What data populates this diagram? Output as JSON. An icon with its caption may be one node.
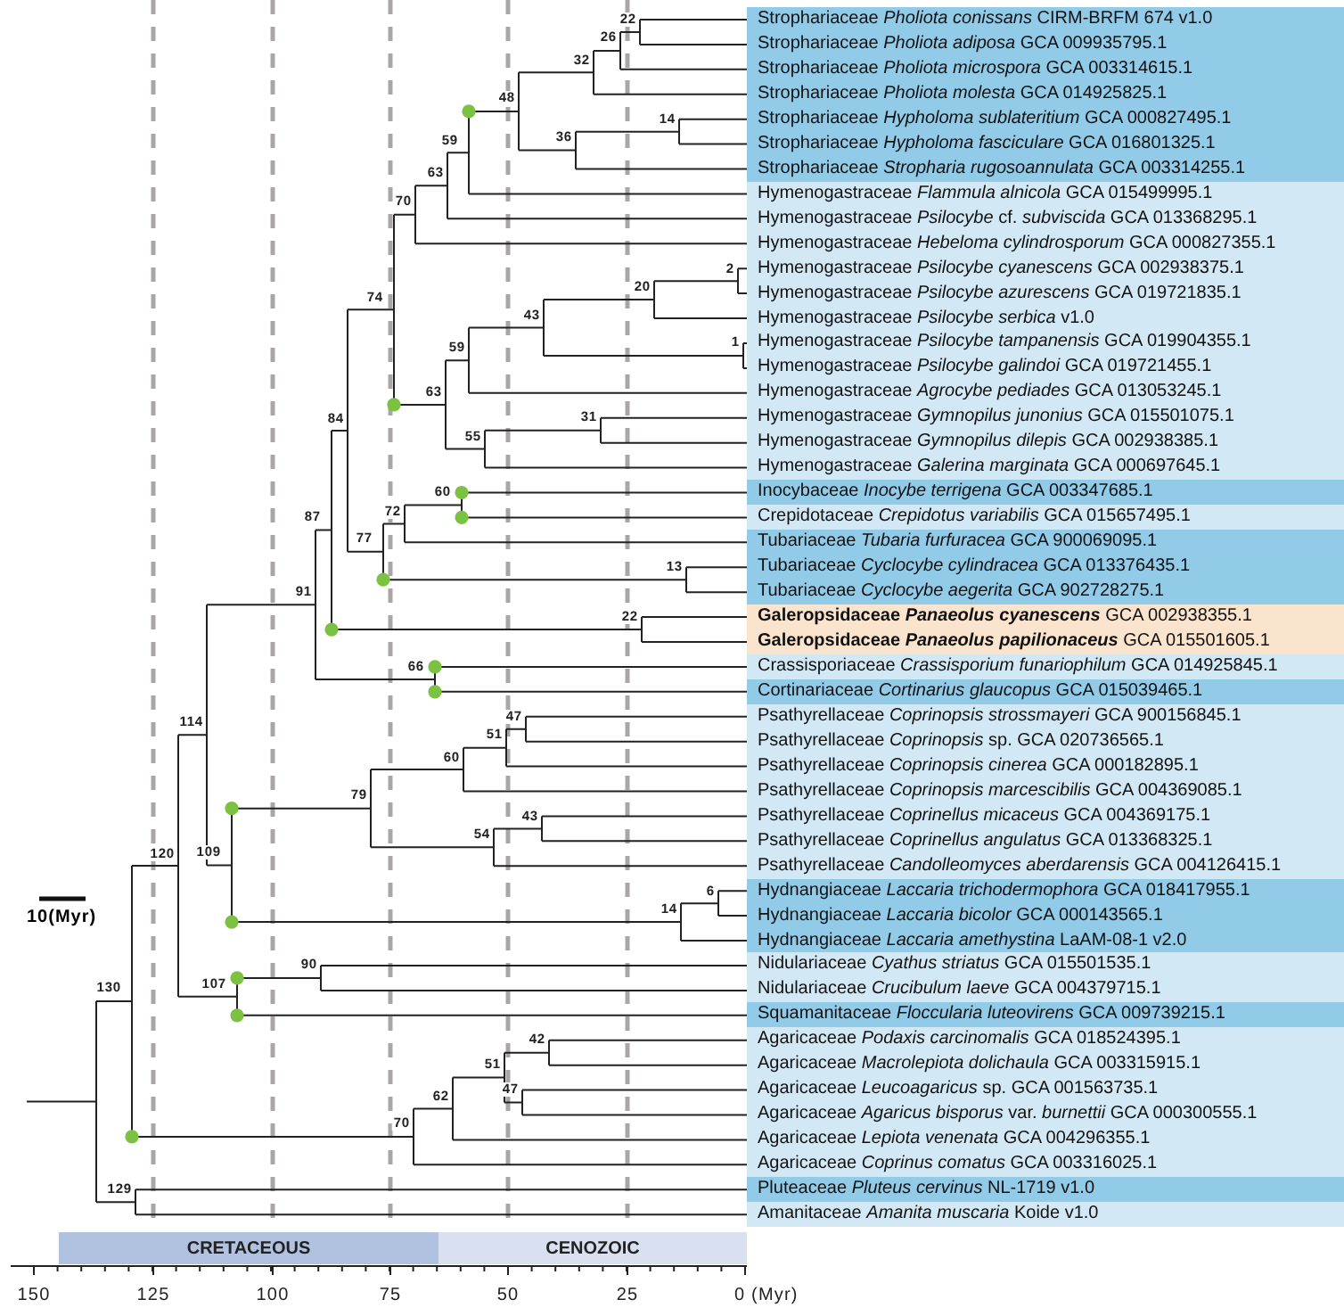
{
  "diagram": {
    "labels": [
      "Strophariaceae *Pholiota conissans* CIRM-BRFM 674 v1.0",
      "Strophariaceae *Pholiota adiposa* GCA 009935795.1",
      "Strophariaceae *Pholiota microspora* GCA 003314615.1",
      "Strophariaceae *Pholiota molesta* GCA 014925825.1",
      "Strophariaceae *Hypholoma sublateritium* GCA 000827495.1",
      "Strophariaceae *Hypholoma fasciculare* GCA 016801325.1",
      "Strophariaceae *Stropharia rugosoannulata* GCA 003314255.1",
      "Hymenogastraceae *Flammula alnicola* GCA 015499995.1",
      "Hymenogastraceae *Psilocybe* cf. *subviscida* GCA 013368295.1",
      "Hymenogastraceae *Hebeloma cylindrosporum* GCA 000827355.1",
      "Hymenogastraceae *Psilocybe cyanescens* GCA 002938375.1",
      "Hymenogastraceae *Psilocybe azurescens* GCA 019721835.1",
      "Hymenogastraceae *Psilocybe serbica* v1.0",
      "Hymenogastraceae *Psilocybe tampanensis* GCA 019904355.1",
      "Hymenogastraceae *Psilocybe galindoi* GCA 019721455.1",
      "Hymenogastraceae *Agrocybe pediades* GCA 013053245.1",
      "Hymenogastraceae *Gymnopilus junonius* GCA 015501075.1",
      "Hymenogastraceae *Gymnopilus dilepis* GCA 002938385.1",
      "Hymenogastraceae *Galerina marginata* GCA 000697645.1",
      "Inocybaceae *Inocybe terrigena* GCA 003347685.1",
      "Crepidotaceae *Crepidotus variabilis* GCA 015657495.1",
      "Tubariaceae *Tubaria furfuracea* GCA 900069095.1",
      "Tubariaceae *Cyclocybe cylindracea* GCA 013376435.1",
      "Tubariaceae *Cyclocybe aegerita* GCA 902728275.1",
      "**Galeropsidaceae** **Panaeolus cyanescens** GCA 002938355.1",
      "**Galeropsidaceae** **Panaeolus papilionaceus** GCA 015501605.1",
      "Crassisporiaceae *Crassisporium funariophilum* GCA 014925845.1",
      "Cortinariaceae *Cortinarius glaucopus* GCA 015039465.1",
      "Psathyrellaceae *Coprinopsis strossmayeri* GCA 900156845.1",
      "Psathyrellaceae *Coprinopsis* sp. GCA 020736565.1",
      "Psathyrellaceae *Coprinopsis cinerea* GCA 000182895.1",
      "Psathyrellaceae *Coprinopsis marcescibilis* GCA 004369085.1",
      "Psathyrellaceae *Coprinellus micaceus* GCA 004369175.1",
      "Psathyrellaceae *Coprinellus angulatus* GCA 013368325.1",
      "Psathyrellaceae *Candolleomyces aberdarensis* GCA 004126415.1",
      "Hydnangiaceae *Laccaria trichodermophora* GCA 018417955.1",
      "Hydnangiaceae *Laccaria bicolor* GCA 000143565.1",
      "Hydnangiaceae *Laccaria amethystina* LaAM-08-1 v2.0",
      "Nidulariaceae *Cyathus striatus* GCA 015501535.1",
      "Nidulariaceae *Crucibulum laeve* GCA 004379715.1",
      "Squamanitaceae *Floccularia luteovirens* GCA 009739215.1",
      "Agaricaceae *Podaxis carcinomalis* GCA 018524395.1",
      "Agaricaceae *Macrolepiota dolichaula* GCA 003315915.1",
      "Agaricaceae *Leucoagaricus* sp. GCA 001563735.1",
      "Agaricaceae *Agaricus bisporus* var. *burnettii* GCA 000300555.1",
      "Agaricaceae *Lepiota venenata* GCA 004296355.1",
      "Agaricaceae *Coprinus comatus* GCA 003316025.1",
      "Pluteaceae *Pluteus cervinus* NL-1719 v1.0",
      "Amanitaceae *Amanita muscaria* Koide v1.0",
      "130",
      "129",
      "120",
      "114",
      "91",
      "87",
      "84",
      "74",
      "70",
      "63",
      "59",
      "48",
      "32",
      "26",
      "22",
      "36",
      "14",
      "63",
      "59",
      "43",
      "20",
      "2",
      "1",
      "55",
      "31",
      "77",
      "72",
      "60",
      "13",
      "22",
      "66",
      "109",
      "79",
      "60",
      "51",
      "47",
      "54",
      "43",
      "14",
      "6",
      "107",
      "90",
      "70",
      "62",
      "51",
      "42",
      "47",
      "10(Myr)",
      "CRETACEOUS",
      "CENOZOIC",
      "150",
      "125",
      "100",
      "75",
      "50",
      "25",
      "0 (Myr)"
    ]
  }
}
